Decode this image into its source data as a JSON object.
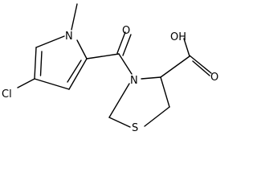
{
  "diagram": {
    "type": "chemical-structure",
    "atom_labels": {
      "n_pyrrole": "N",
      "cl": "Cl",
      "o_carbonyl": "O",
      "n_thiazolidine": "N",
      "s": "S",
      "oh": "OH",
      "o_acid": "O"
    }
  }
}
